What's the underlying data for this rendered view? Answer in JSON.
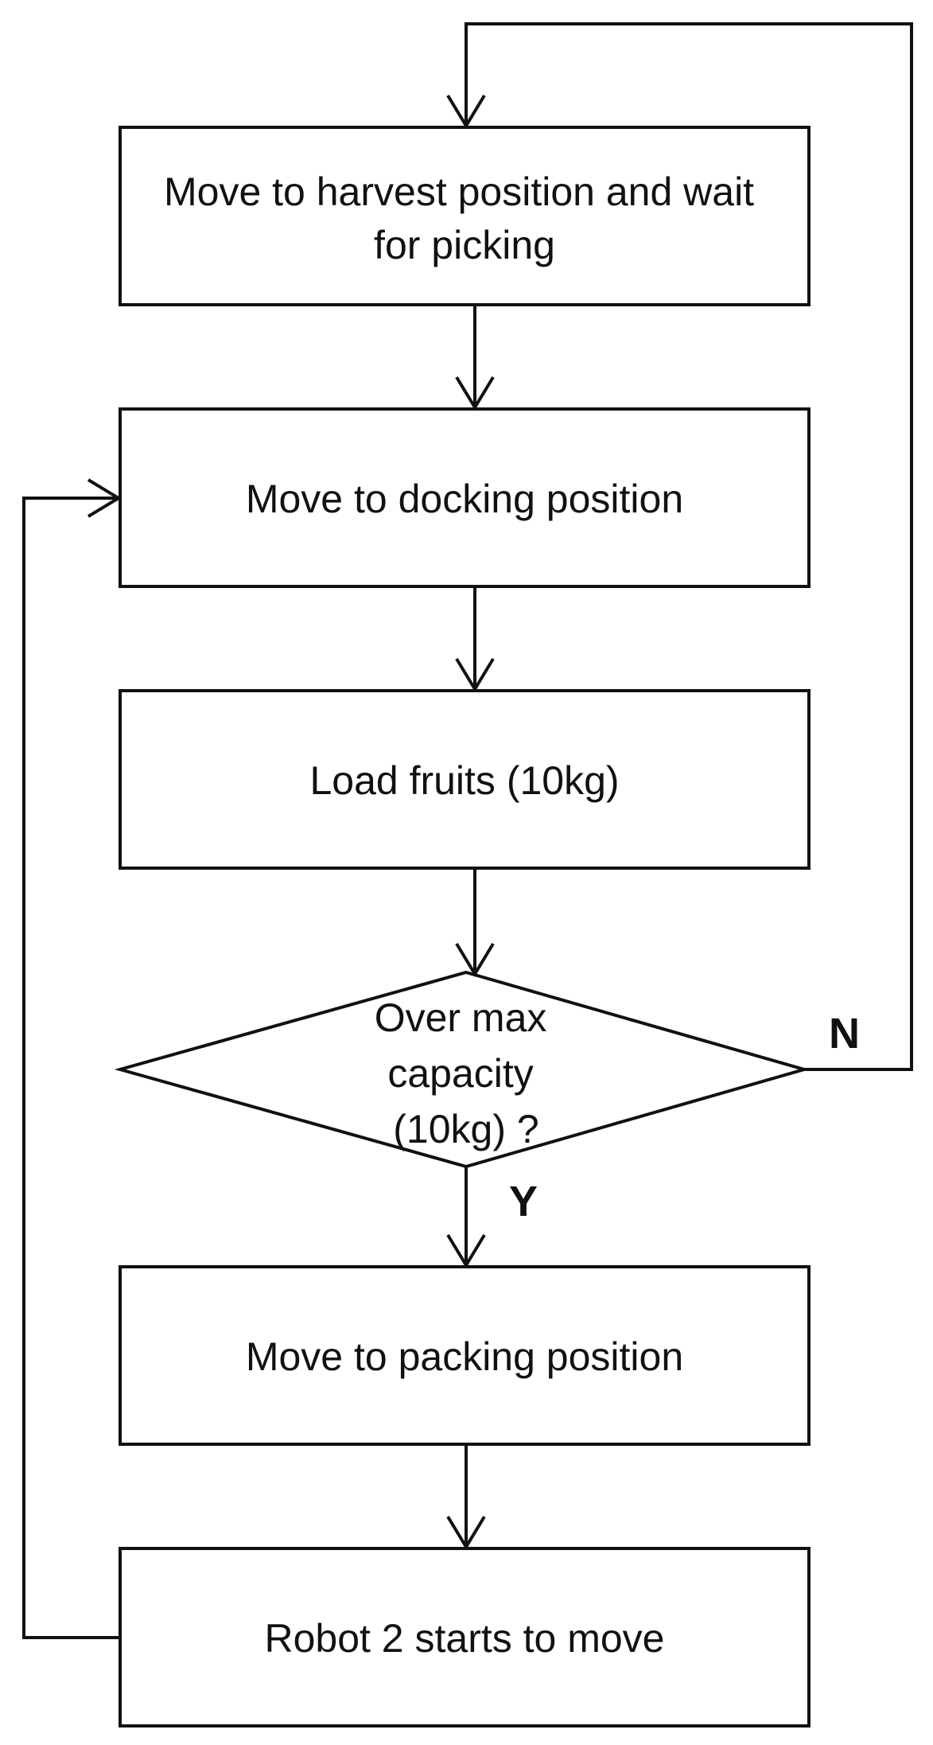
{
  "diagram": {
    "type": "flowchart",
    "nodes": {
      "harvest": {
        "shape": "process",
        "lines": [
          "Move  to harvest  position and wait",
          "for picking"
        ]
      },
      "docking": {
        "shape": "process",
        "lines": [
          "Move  to docking  position"
        ]
      },
      "load": {
        "shape": "process",
        "lines": [
          "Load  fruits (10kg)"
        ]
      },
      "decision": {
        "shape": "decision",
        "lines": [
          "Over max",
          "capacity",
          "(10kg) ?"
        ]
      },
      "packing": {
        "shape": "process",
        "lines": [
          "Move  to packing  position"
        ]
      },
      "robot2": {
        "shape": "process",
        "lines": [
          "Robot  2 starts to move"
        ]
      }
    },
    "edges": [
      {
        "from": "harvest",
        "to": "docking"
      },
      {
        "from": "docking",
        "to": "load"
      },
      {
        "from": "load",
        "to": "decision"
      },
      {
        "from": "decision",
        "to": "packing",
        "label": "Y"
      },
      {
        "from": "decision",
        "to": "harvest",
        "label": "N"
      },
      {
        "from": "packing",
        "to": "robot2"
      },
      {
        "from": "robot2",
        "to": "docking"
      }
    ],
    "branch_labels": {
      "no": "N",
      "yes": "Y"
    },
    "colors": {
      "stroke": "#111111",
      "fill": "#ffffff",
      "text": "#111111"
    }
  }
}
